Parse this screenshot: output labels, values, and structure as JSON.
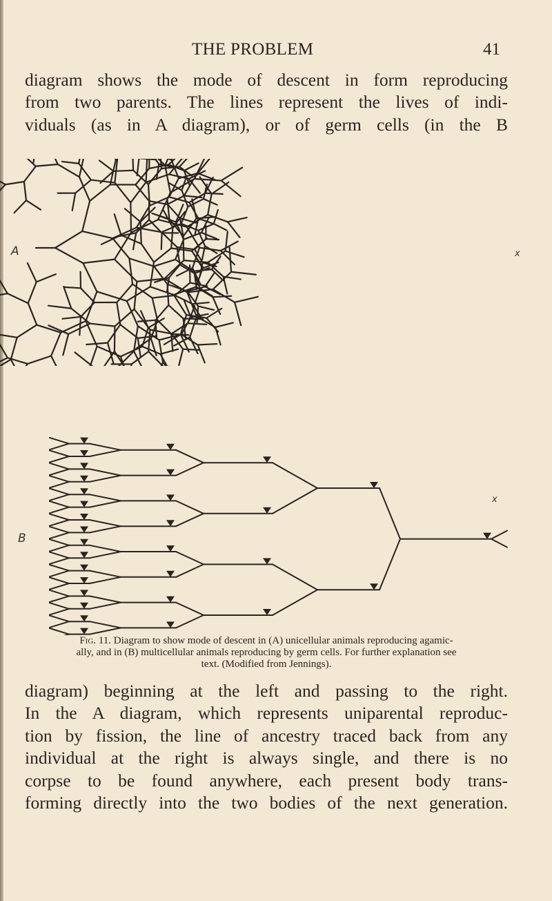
{
  "page": {
    "running_title": "THE PROBLEM",
    "page_number": "41",
    "background_color": "#f3e8d4",
    "ink_color": "#2a2420"
  },
  "paragraph_top": {
    "lines": [
      "diagram shows the mode of descent in form reproducing",
      "from two parents.  The lines represent the lives of indi-",
      "viduals (as in A diagram), or of germ cells (in the B"
    ]
  },
  "figure": {
    "label_a": "A",
    "label_b": "B",
    "marker_a": "x",
    "marker_b": "x",
    "caption": {
      "fig_prefix": "Fig. 11.",
      "lines": [
        "Diagram to show mode of descent in (A) unicellular animals reproducing agamic-",
        "ally, and in (B) multicellular animals reproducing by germ cells.  For further explanation see",
        "text.  (Modified from Jennings)."
      ]
    }
  },
  "paragraph_bottom": {
    "lines": [
      "diagram) beginning at the left and passing to the right.",
      "In the A diagram, which represents uniparental reproduc-",
      "tion by fission, the line of ancestry traced back from any",
      "individual at the right is always single, and there is no",
      "corpse to be found anywhere, each present body trans-",
      "forming directly into the two bodies of the next generation."
    ]
  }
}
